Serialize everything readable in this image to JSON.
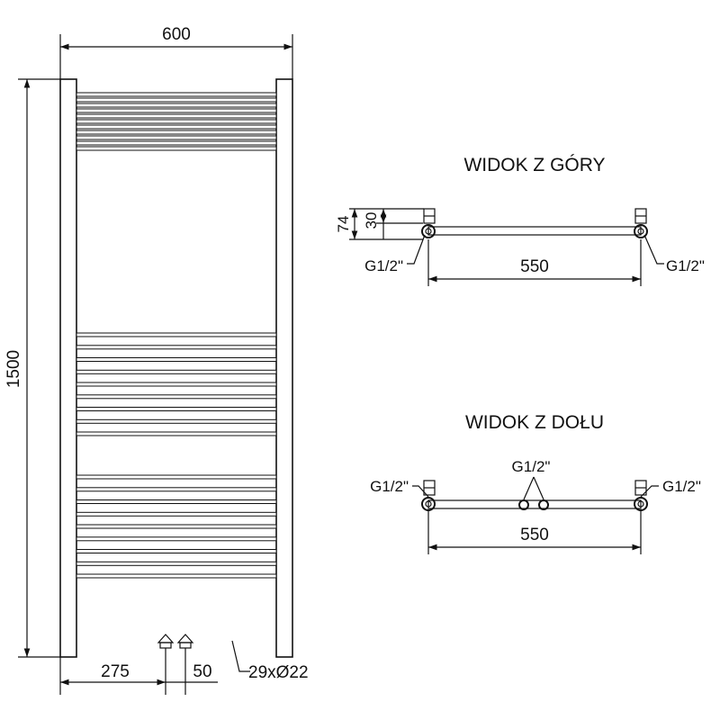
{
  "colors": {
    "line": "#111111",
    "background": "#ffffff"
  },
  "front_view": {
    "width_label": "600",
    "height_label": "1500",
    "offset_left_label": "275",
    "pipe_spacing_label": "50",
    "tubes_label": "29xØ22",
    "tube_groups": [
      11,
      9,
      9
    ]
  },
  "top_view": {
    "title": "WIDOK Z GÓRY",
    "depth_label": "74",
    "pipe_label": "30",
    "left_connection": "G1/2\"",
    "right_connection": "G1/2\"",
    "span_label": "550"
  },
  "bottom_view": {
    "title": "WIDOK Z DOŁU",
    "left_connection": "G1/2\"",
    "center_connection": "G1/2\"",
    "right_connection": "G1/2\"",
    "span_label": "550"
  }
}
